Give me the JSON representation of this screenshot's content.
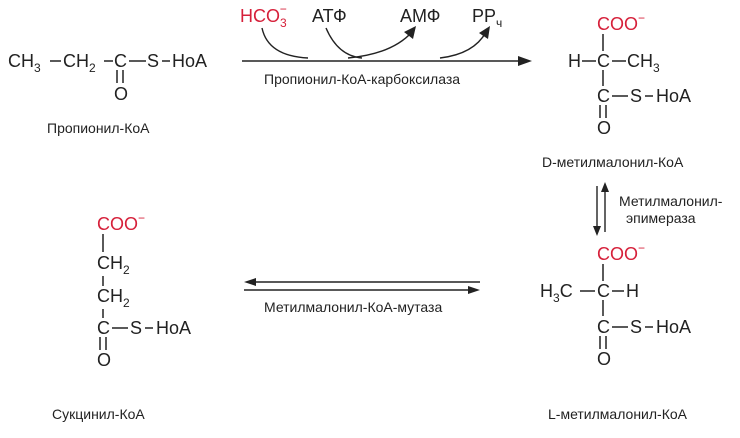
{
  "colors": {
    "carboxyl": "#d6203a",
    "ink": "#222222"
  },
  "reaction_1": {
    "enzyme": "Пропионил-КоА-карбоксилаза",
    "cofactors": {
      "bicarbonate": "HCO",
      "bicarbonate_sub": "3",
      "bicarbonate_sup": "−",
      "atp": "АТФ",
      "amp": "АМФ",
      "ppi": "PP",
      "ppi_sub": "ч"
    }
  },
  "reaction_2": {
    "enzyme_line1": "Метилмалонил-",
    "enzyme_line2": "эпимераза"
  },
  "reaction_3": {
    "enzyme": "Метилмалонил-КоА-мутаза"
  },
  "propionyl": {
    "label": "Пропионил-КоА",
    "ch3": "CH",
    "ch3_sub": "3",
    "ch2": "CH",
    "ch2_sub": "2",
    "c": "C",
    "s": "S",
    "koa": "HoA",
    "o": "O"
  },
  "d_methylmalonyl": {
    "label": "D-метилмалонил-КоА",
    "coo": "COO",
    "coo_sup": "−",
    "h": "H",
    "c": "C",
    "ch3": "CH",
    "ch3_sub": "3",
    "c2": "C",
    "s": "S",
    "koa": "HoA",
    "o": "O"
  },
  "l_methylmalonyl": {
    "label": "L-метилмалонил-КоА",
    "coo": "COO",
    "coo_sup": "−",
    "h3c": "H",
    "h3c_sub": "3",
    "h3c_c": "C",
    "c": "C",
    "h": "H",
    "c2": "C",
    "s": "S",
    "koa": "HoA",
    "o": "O"
  },
  "succinyl": {
    "label": "Сукцинил-КоА",
    "coo": "COO",
    "coo_sup": "−",
    "ch2a": "CH",
    "ch2a_sub": "2",
    "ch2b": "CH",
    "ch2b_sub": "2",
    "c": "C",
    "s": "S",
    "koa": "HoA",
    "o": "O"
  }
}
